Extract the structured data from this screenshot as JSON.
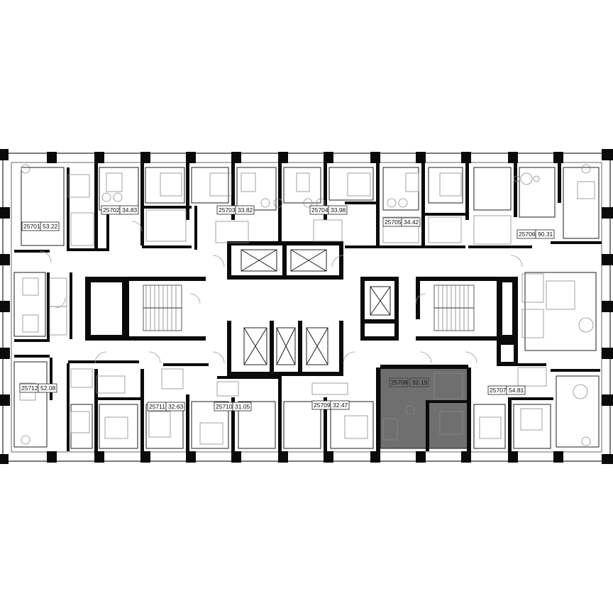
{
  "colors": {
    "background": "#ffffff",
    "wall": "#0a0a0a",
    "highlight_fill": "#6f6f6f",
    "fixture_line": "#8a8a8a"
  },
  "selected_unit": "25708",
  "units": [
    {
      "id": "25701",
      "area": "53.22"
    },
    {
      "id": "25702",
      "area": "34.83"
    },
    {
      "id": "25703",
      "area": "33.82"
    },
    {
      "id": "25704",
      "area": "33.98"
    },
    {
      "id": "25705",
      "area": "34.42"
    },
    {
      "id": "25706",
      "area": "90.31"
    },
    {
      "id": "25707",
      "area": "54.81"
    },
    {
      "id": "25708",
      "area": "32.19"
    },
    {
      "id": "25709",
      "area": "32.47"
    },
    {
      "id": "25710",
      "area": "31.05"
    },
    {
      "id": "25711",
      "area": "32.63"
    },
    {
      "id": "25712",
      "area": "52.08"
    }
  ]
}
